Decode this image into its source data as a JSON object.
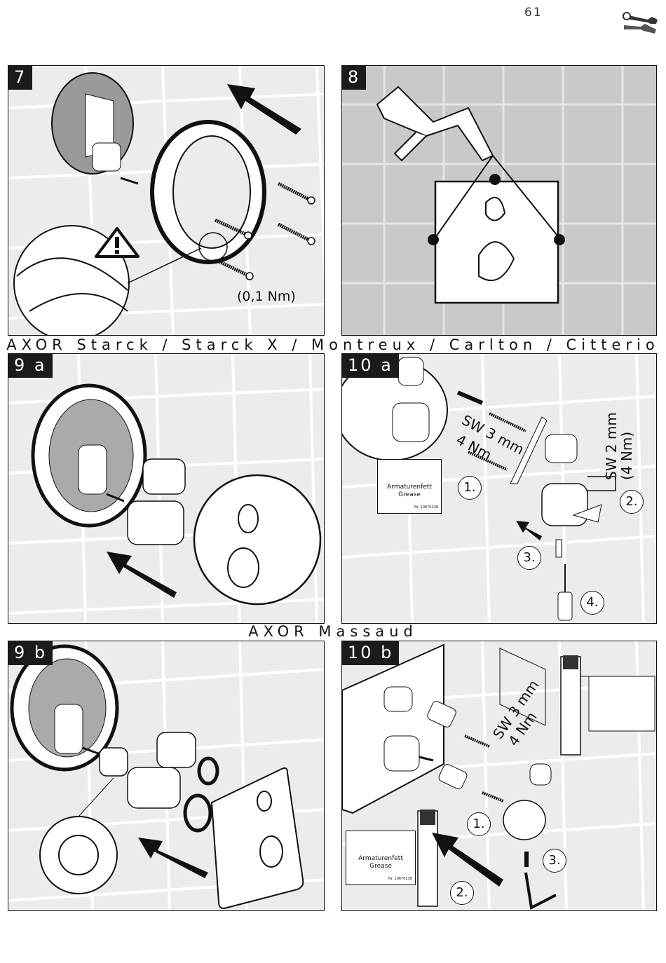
{
  "page": {
    "number": "61",
    "tool_icon": "wrench-screwdriver-icon"
  },
  "captions": {
    "starck": "AXOR Starck / Starck X / Montreux / Carlton / Citterio",
    "massaud": "AXOR Massaud"
  },
  "panels": {
    "p7": {
      "step": "7",
      "torque": "(0,1 Nm)",
      "icon": "warning-icon"
    },
    "p8": {
      "step": "8"
    },
    "p9a": {
      "step": "9 a"
    },
    "p10a": {
      "step": "10 a",
      "sw3": "SW 3 mm",
      "nm4": "4 Nm",
      "sw2": "SW 2 mm",
      "nm4b": "(4 Nm)",
      "grease_line1": "Armaturenfett",
      "grease_line2": "Grease",
      "grease_code": "Nr. 10670238",
      "n1": "1.",
      "n2": "2.",
      "n3": "3.",
      "n4": "4."
    },
    "p9b": {
      "step": "9 b"
    },
    "p10b": {
      "step": "10 b",
      "sw3": "SW 3 mm",
      "nm4": "4 Nm",
      "grease_line1": "Armaturenfett",
      "grease_line2": "Grease",
      "grease_code": "Nr. 10670238",
      "n1": "1.",
      "n2": "2.",
      "n3": "3."
    }
  },
  "colors": {
    "tile_light": "#ebebeb",
    "tile_grey": "#c9c9c9",
    "ink": "#111111"
  }
}
